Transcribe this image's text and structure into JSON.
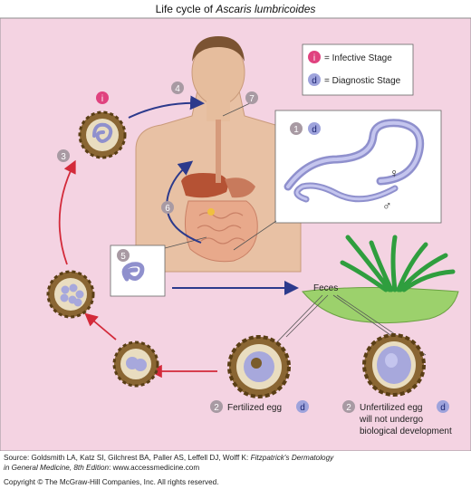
{
  "title_prefix": "Life cycle of ",
  "title_species": "Ascaris lumbricoides",
  "legend": {
    "infective_symbol": "i",
    "infective_label": "= Infective Stage",
    "diagnostic_symbol": "d",
    "diagnostic_label": "= Diagnostic Stage"
  },
  "steps": {
    "s1": "1",
    "s2a": "2",
    "s2b": "2",
    "s3": "3",
    "s4": "4",
    "s5": "5",
    "s6": "6",
    "s7": "7"
  },
  "labels": {
    "feces": "Feces",
    "female": "♀",
    "male": "♂",
    "fertilized": "Fertilized egg",
    "unfertilized_line1": "Unfertilized egg",
    "unfertilized_line2": "will not undergo",
    "unfertilized_line3": "biological development"
  },
  "source": {
    "prefix": "Source: Goldsmith LA, Katz SI, Gilchrest BA, Paller AS, Leffell DJ, Wolff K: ",
    "book": "Fitzpatrick's Dermatology",
    "book2": "in General Medicine, 8th Edition",
    "suffix": ": www.accessmedicine.com"
  },
  "copyright": "Copyright © The McGraw-Hill Companies, Inc. All rights reserved.",
  "colors": {
    "background": "#f4d3e2",
    "infective": "#e0427f",
    "diagnostic": "#9ea3dc",
    "step_badge": "#a89aa3",
    "skin": "#e8c1a4",
    "worm": "#a7a8dc",
    "grass": "#2f9e3e",
    "arrow_red": "#d32a3a",
    "arrow_blue": "#2c3a8c"
  }
}
